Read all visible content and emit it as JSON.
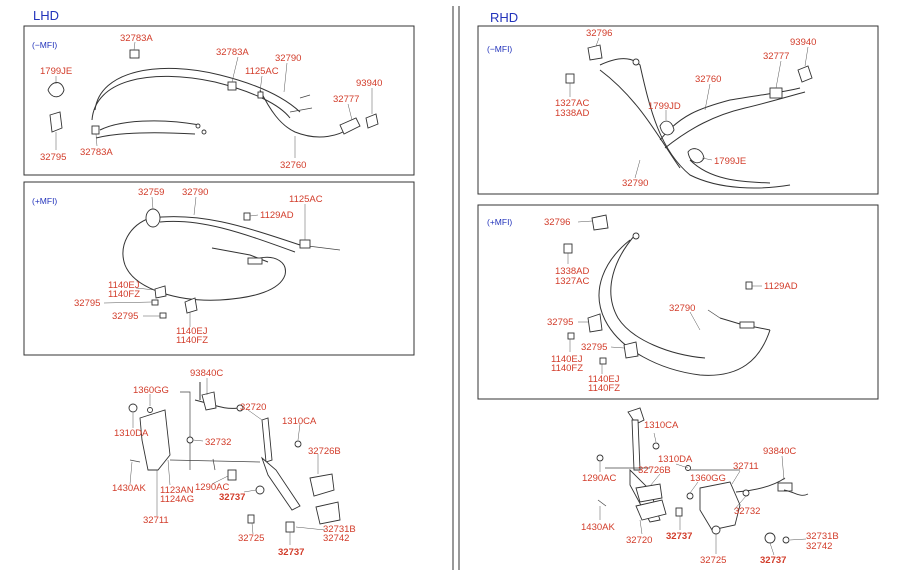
{
  "sections": {
    "lhd": "LHD",
    "rhd": "RHD"
  },
  "variants": {
    "lhd_top": "(−MFI)",
    "lhd_mid": "(+MFI)",
    "rhd_top": "(−MFI)",
    "rhd_mid": "(+MFI)"
  },
  "labels": {
    "l1": "32783A",
    "l2": "32783A",
    "l3": "32790",
    "l4": "1125AC",
    "l5": "1799JE",
    "l6": "93940",
    "l7": "32777",
    "l8": "32795",
    "l9": "32783A",
    "l10": "32760",
    "m1": "32759",
    "m2": "32790",
    "m3": "1125AC",
    "m4": "1129AD",
    "m5": "1140EJ",
    "m6": "1140FZ",
    "m7": "32795",
    "m8": "32795",
    "m9": "1140EJ",
    "m10": "1140FZ",
    "p1": "93840C",
    "p2": "1360GG",
    "p3": "1310DA",
    "p4": "32732",
    "p5": "32720",
    "p6": "1310CA",
    "p7": "32726B",
    "p8": "1290AC",
    "p9": "32737",
    "p10": "1430AK",
    "p11": "1123AN",
    "p12": "1124AG",
    "p13": "32711",
    "p14": "32725",
    "p15": "32737",
    "p16": "32731B",
    "p17": "32742",
    "r1": "32796",
    "r2": "93940",
    "r3": "32777",
    "r4": "32760",
    "r5": "1327AC",
    "r6": "1338AD",
    "r7": "1799JD",
    "r8": "1799JE",
    "r9": "32790",
    "s1": "32796",
    "s2": "1338AD",
    "s3": "1327AC",
    "s4": "1129AD",
    "s5": "32790",
    "s6": "32795",
    "s7": "32795",
    "s8": "1140EJ",
    "s9": "1140FZ",
    "s10": "1140EJ",
    "s11": "1140FZ",
    "q1": "1310CA",
    "q2": "1310DA",
    "q3": "1290AC",
    "q4": "32726B",
    "q5": "1360GG",
    "q6": "32711",
    "q7": "93840C",
    "q8": "1430AK",
    "q9": "32720",
    "q10": "32737",
    "q11": "32732",
    "q12": "32725",
    "q13": "32737",
    "q14": "32731B",
    "q15": "32742"
  }
}
